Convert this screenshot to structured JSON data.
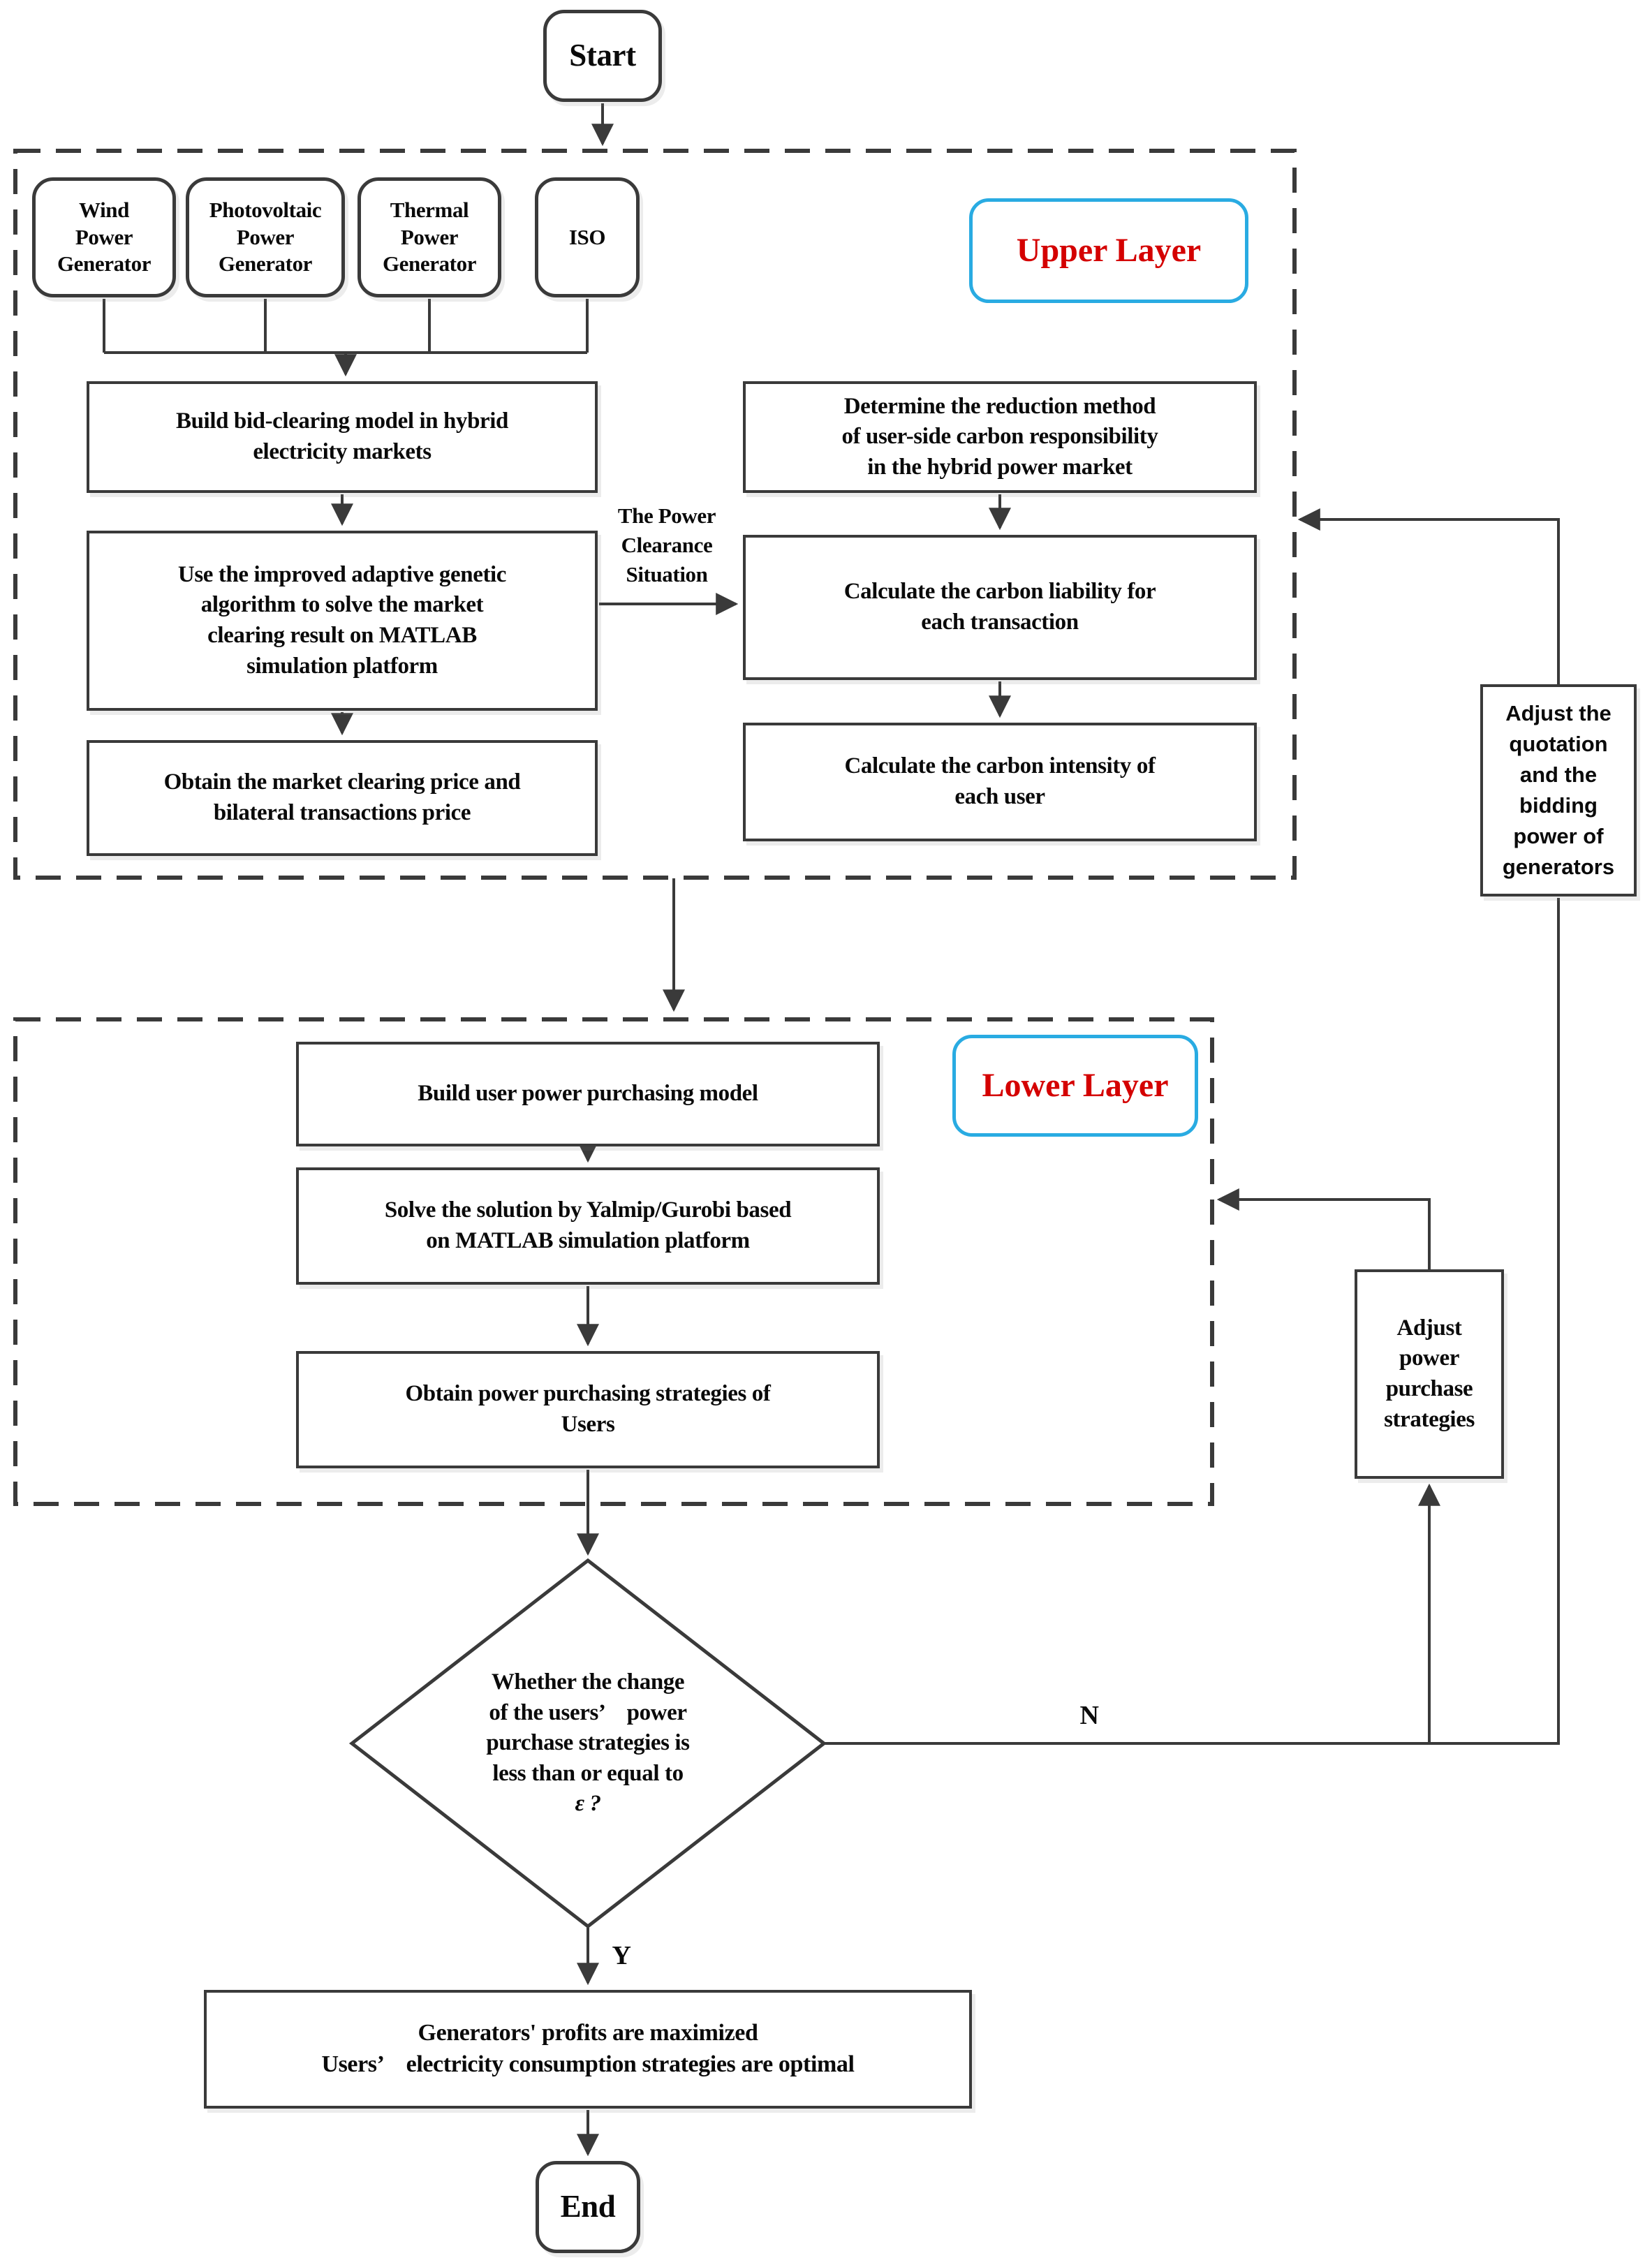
{
  "colors": {
    "line": "#3a3a3a",
    "badge_border": "#29abe2",
    "badge_text": "#d40000"
  },
  "terminals": {
    "start": "Start",
    "end": "End"
  },
  "layers": {
    "upper": "Upper Layer",
    "lower": "Lower Layer"
  },
  "actors": [
    {
      "label": "Wind\nPower\nGenerator"
    },
    {
      "label": "Photovoltaic\nPower\nGenerator"
    },
    {
      "label": "Thermal\nPower\nGenerator"
    },
    {
      "label": "ISO"
    }
  ],
  "upper": {
    "build_bid": "Build bid-clearing model in hybrid\nelectricity markets",
    "use_genetic": "Use the improved adaptive genetic\nalgorithm to solve the market\nclearing result on MATLAB\nsimulation platform",
    "obtain_price": "Obtain the market clearing price and\nbilateral transactions price",
    "power_clearance": "The Power\nClearance\nSituation",
    "determine": "Determine the reduction method\nof user-side carbon responsibility\nin the hybrid power market",
    "liability": "Calculate the carbon liability for\neach transaction",
    "intensity": "Calculate the carbon intensity of\neach user"
  },
  "lower": {
    "build_user": "Build user power purchasing model",
    "solve": "Solve the solution by Yalmip/Gurobi based\non MATLAB simulation platform",
    "obtain_strategies": "Obtain power purchasing strategies of\nUsers"
  },
  "decision": {
    "question": "Whether the change\nof the users’　power\npurchase strategies is\nless than or equal to",
    "epsilon": "ε ?"
  },
  "feedback": {
    "adjust_quotation": "Adjust the\nquotation\nand the\nbidding\npower of\ngenerators",
    "adjust_power": "Adjust\npower\npurchase\nstrategies"
  },
  "branches": {
    "no": "N",
    "yes": "Y"
  },
  "result": {
    "final": "Generators' profits are maximized\nUsers’　electricity consumption strategies are optimal"
  }
}
